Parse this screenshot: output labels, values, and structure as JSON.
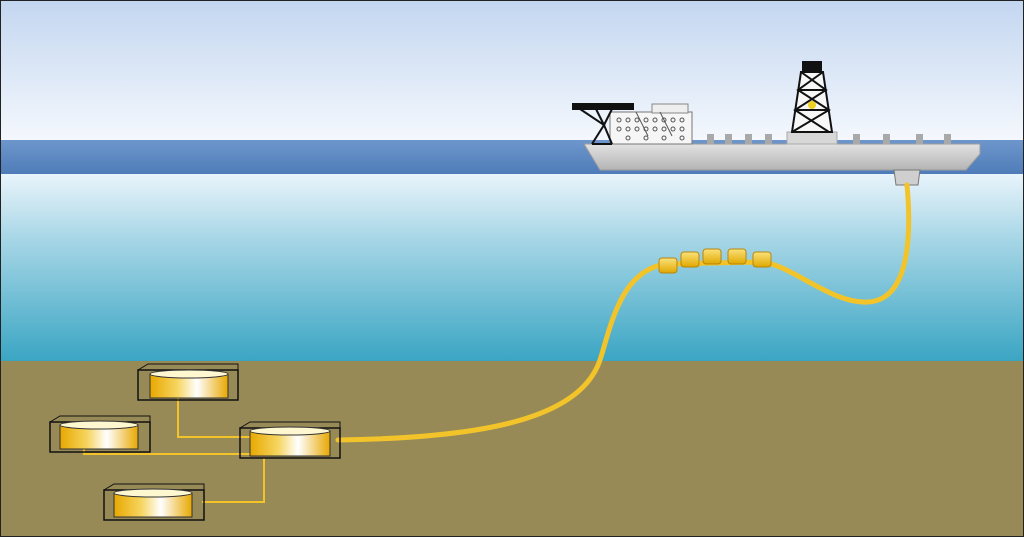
{
  "colors": {
    "sky_top": "#c3d6f0",
    "sky_bottom": "#f4f8fd",
    "sea_band": "#5a86c0",
    "water_top": "#e8f4fb",
    "water_bottom": "#3aa5c3",
    "seabed": "#978a57",
    "riser": "#f2c42a",
    "buoy": "#f0c020",
    "hull": "#c8c8c8",
    "derrick": "#111111"
  },
  "elements": {
    "vessel": "fpso-vessel",
    "derrick": "derrick-tower",
    "turret": "turret-mooring",
    "riser": "flexible-riser",
    "buoyancy_modules": 5,
    "manifold": "subsea-manifold",
    "wellheads": 3
  }
}
